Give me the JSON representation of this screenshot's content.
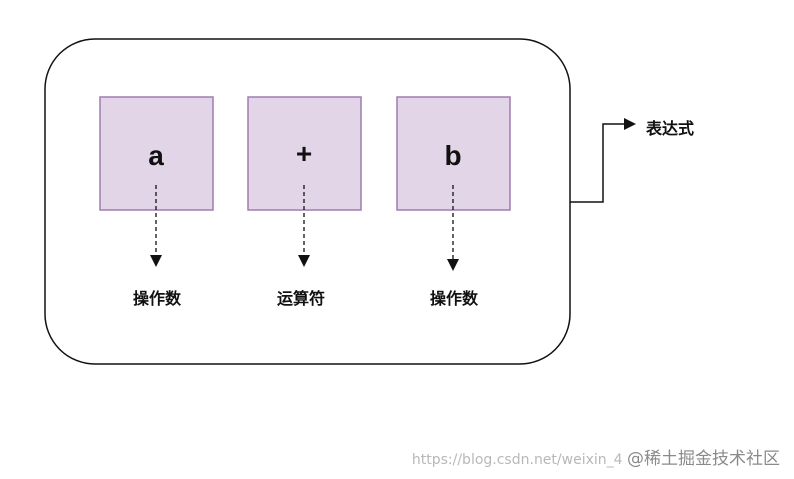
{
  "diagram": {
    "boxes": [
      {
        "symbol": "a",
        "label": "操作数"
      },
      {
        "symbol": "+",
        "label": "运算符"
      },
      {
        "symbol": "b",
        "label": "操作数"
      }
    ],
    "output_label": "表达式",
    "box_fill": "#e2d5e8",
    "box_border": "#a07cb0"
  },
  "watermark": {
    "url": "https://blog.csdn.net/weixin_4",
    "brand": "@稀土掘金技术社区"
  }
}
